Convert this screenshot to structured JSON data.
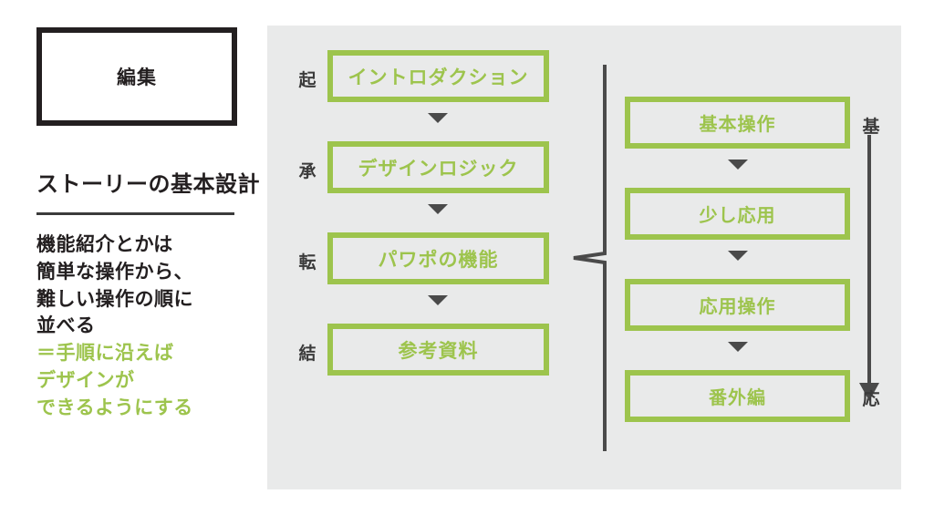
{
  "slide": {
    "background_color": "#ffffff",
    "panel_color": "#e9eaea",
    "accent_color": "#9dc44d",
    "ink_color": "#231f20",
    "line_color": "#4a4a4a"
  },
  "left": {
    "badge_label": "編集",
    "title": "ストーリーの基本設計",
    "body_lines": [
      {
        "text": "機能紹介とかは",
        "accent": false
      },
      {
        "text": "簡単な操作から、",
        "accent": false
      },
      {
        "text": "難しい操作の順に",
        "accent": false
      },
      {
        "text": "並べる",
        "accent": false
      },
      {
        "text": "＝手順に沿えば",
        "accent": true
      },
      {
        "text": "デザインが",
        "accent": true
      },
      {
        "text": "できるようにする",
        "accent": true
      }
    ]
  },
  "main_flow": {
    "stage_labels": [
      "起",
      "承",
      "転",
      "結"
    ],
    "boxes": [
      {
        "label": "イントロダクション"
      },
      {
        "label": "デザインロジック"
      },
      {
        "label": "パワポの機能"
      },
      {
        "label": "参考資料"
      }
    ],
    "connector_icon": "triangle-down-icon"
  },
  "sub_flow": {
    "boxes": [
      {
        "label": "基本操作"
      },
      {
        "label": "少し応用"
      },
      {
        "label": "応用操作"
      },
      {
        "label": "番外編"
      }
    ],
    "connector_icon": "triangle-down-icon",
    "brace_icon": "left-brace-icon"
  },
  "range_scale": {
    "top_label": "基",
    "bottom_label": "応",
    "arrow_icon": "arrow-down-icon"
  }
}
